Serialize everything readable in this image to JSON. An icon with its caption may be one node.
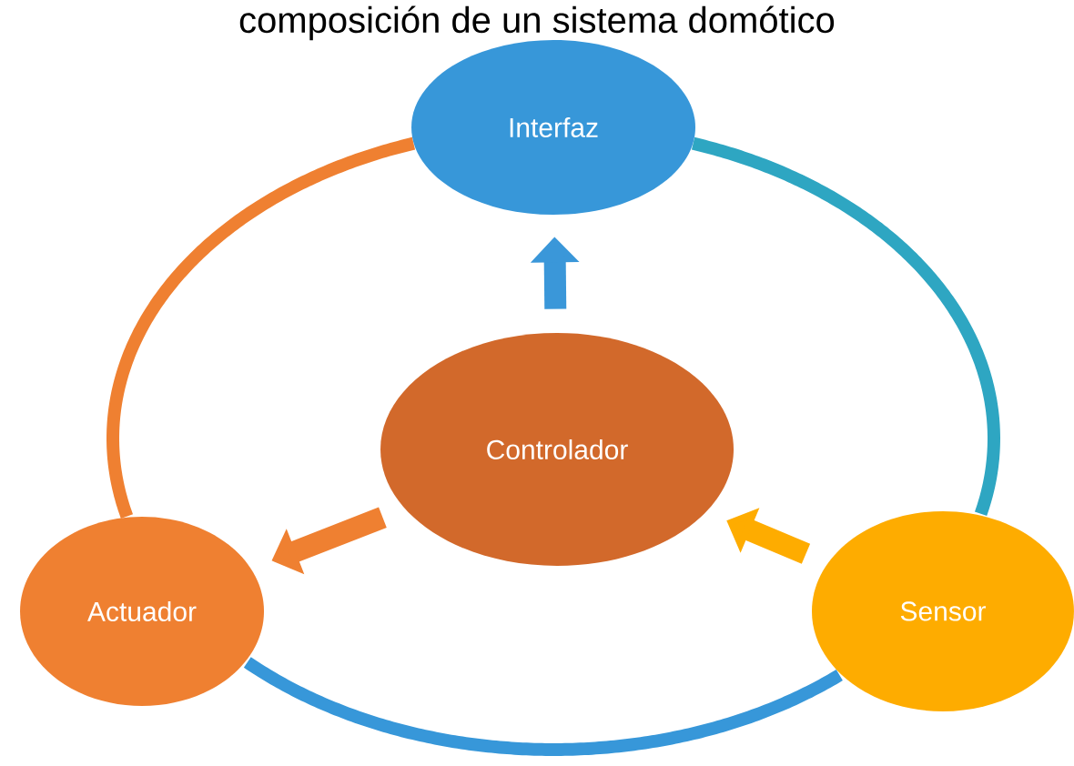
{
  "diagram": {
    "title": "composición de un sistema domótico",
    "nodes": [
      {
        "text": [
          "Interfaz"
        ]
      },
      {
        "text": [
          "Controlador"
        ]
      },
      {
        "text": [
          "Actuador"
        ]
      },
      {
        "text": [
          "Sensor"
        ]
      }
    ],
    "edges": [
      {
        "from": 1,
        "to": 0,
        "arrow": "to",
        "color": "#3a97d9"
      },
      {
        "from": 1,
        "to": 2,
        "arrow": "to",
        "color": "#ef8031"
      },
      {
        "from": 3,
        "to": 1,
        "arrow": "to",
        "color": "#feac00"
      },
      {
        "from": 2,
        "to": 0,
        "arrow": "none",
        "color": "#ef8031"
      },
      {
        "from": 0,
        "to": 3,
        "arrow": "none",
        "color": "#2ea6c2"
      },
      {
        "from": 3,
        "to": 2,
        "arrow": "none",
        "color": "#3797d9"
      }
    ]
  }
}
